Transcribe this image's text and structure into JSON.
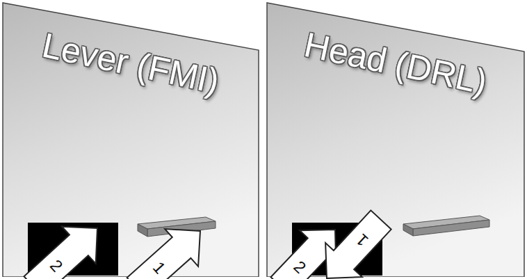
{
  "diagram": {
    "nodes": [
      {
        "text": [
          "Lever (FMI)"
        ]
      },
      {
        "text": [
          "Head (DRL)"
        ]
      }
    ],
    "labels": [
      "2",
      "1",
      "2",
      "1"
    ]
  }
}
